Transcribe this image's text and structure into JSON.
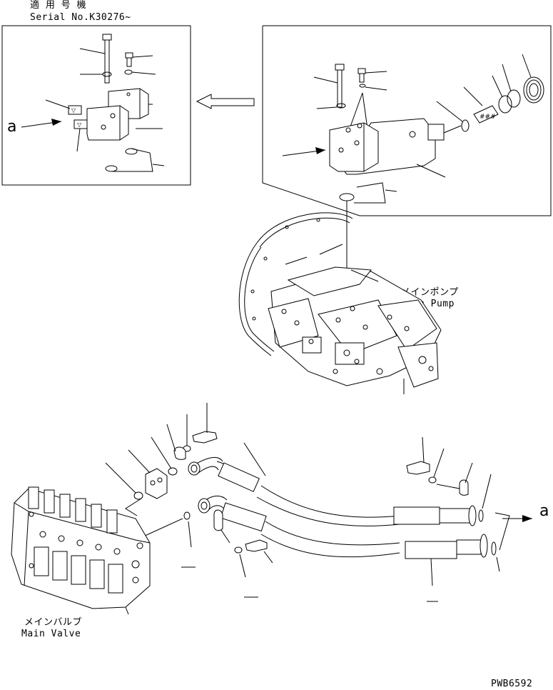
{
  "header": {
    "applicable_label": "適 用 号 機",
    "serial_label": "Serial No.K30276~"
  },
  "labels": {
    "ref_a": "a",
    "main_pump_jp": "メインポンプ",
    "main_pump_en": "Main Pump",
    "main_valve_jp": "メインバルブ",
    "main_valve_en": "Main Valve",
    "drawing_code": "PWB6592"
  }
}
